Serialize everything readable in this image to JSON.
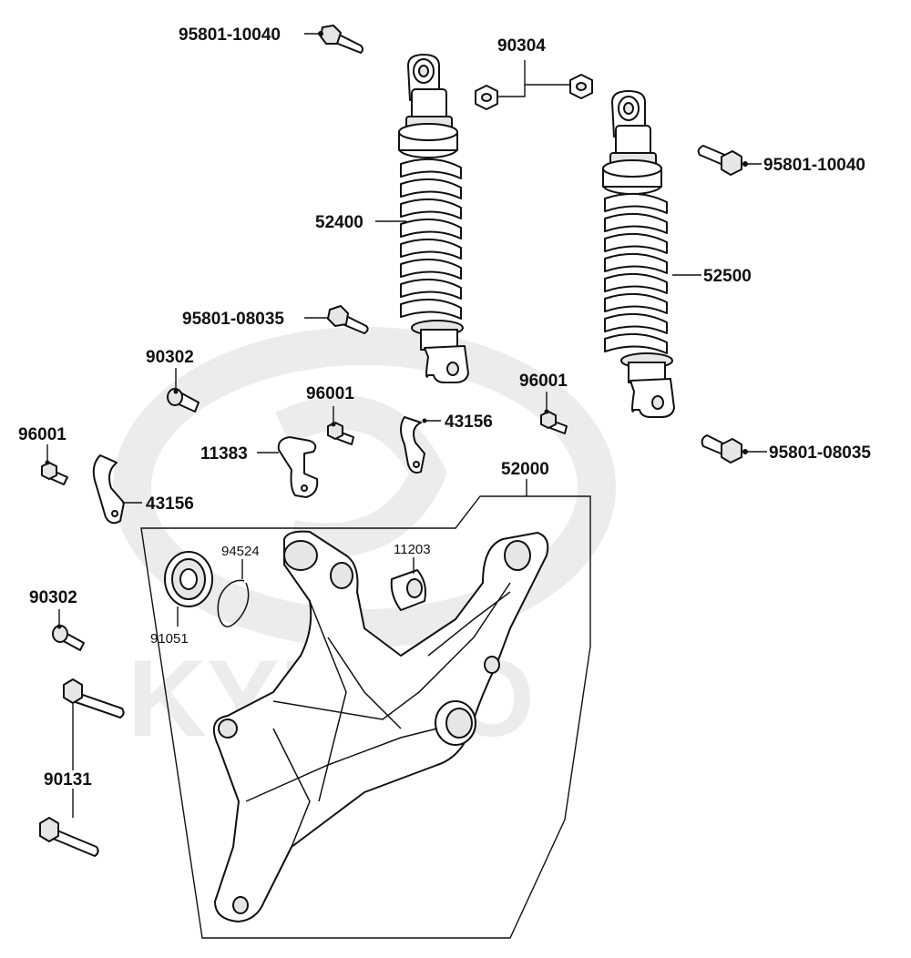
{
  "watermark": {
    "brand": "KYMCO"
  },
  "labels": {
    "bolt_top_left": "95801-10040",
    "nut_pair": "90304",
    "bolt_top_right": "95801-10040",
    "shock_left": "52400",
    "shock_right": "52500",
    "bolt_mid_left": "95801-08035",
    "bolt_mid_right": "95801-08035",
    "screw_upper": "90302",
    "screw_lower": "90302",
    "bolt_small_left": "96001",
    "bolt_small_center": "96001",
    "bolt_small_right": "96001",
    "clamp_center": "43156",
    "clamp_left": "43156",
    "bracket": "11383",
    "swing_arm": "52000",
    "bearing": "91051",
    "circlip": "94524",
    "bushing": "11203",
    "long_bolts": "90131"
  }
}
